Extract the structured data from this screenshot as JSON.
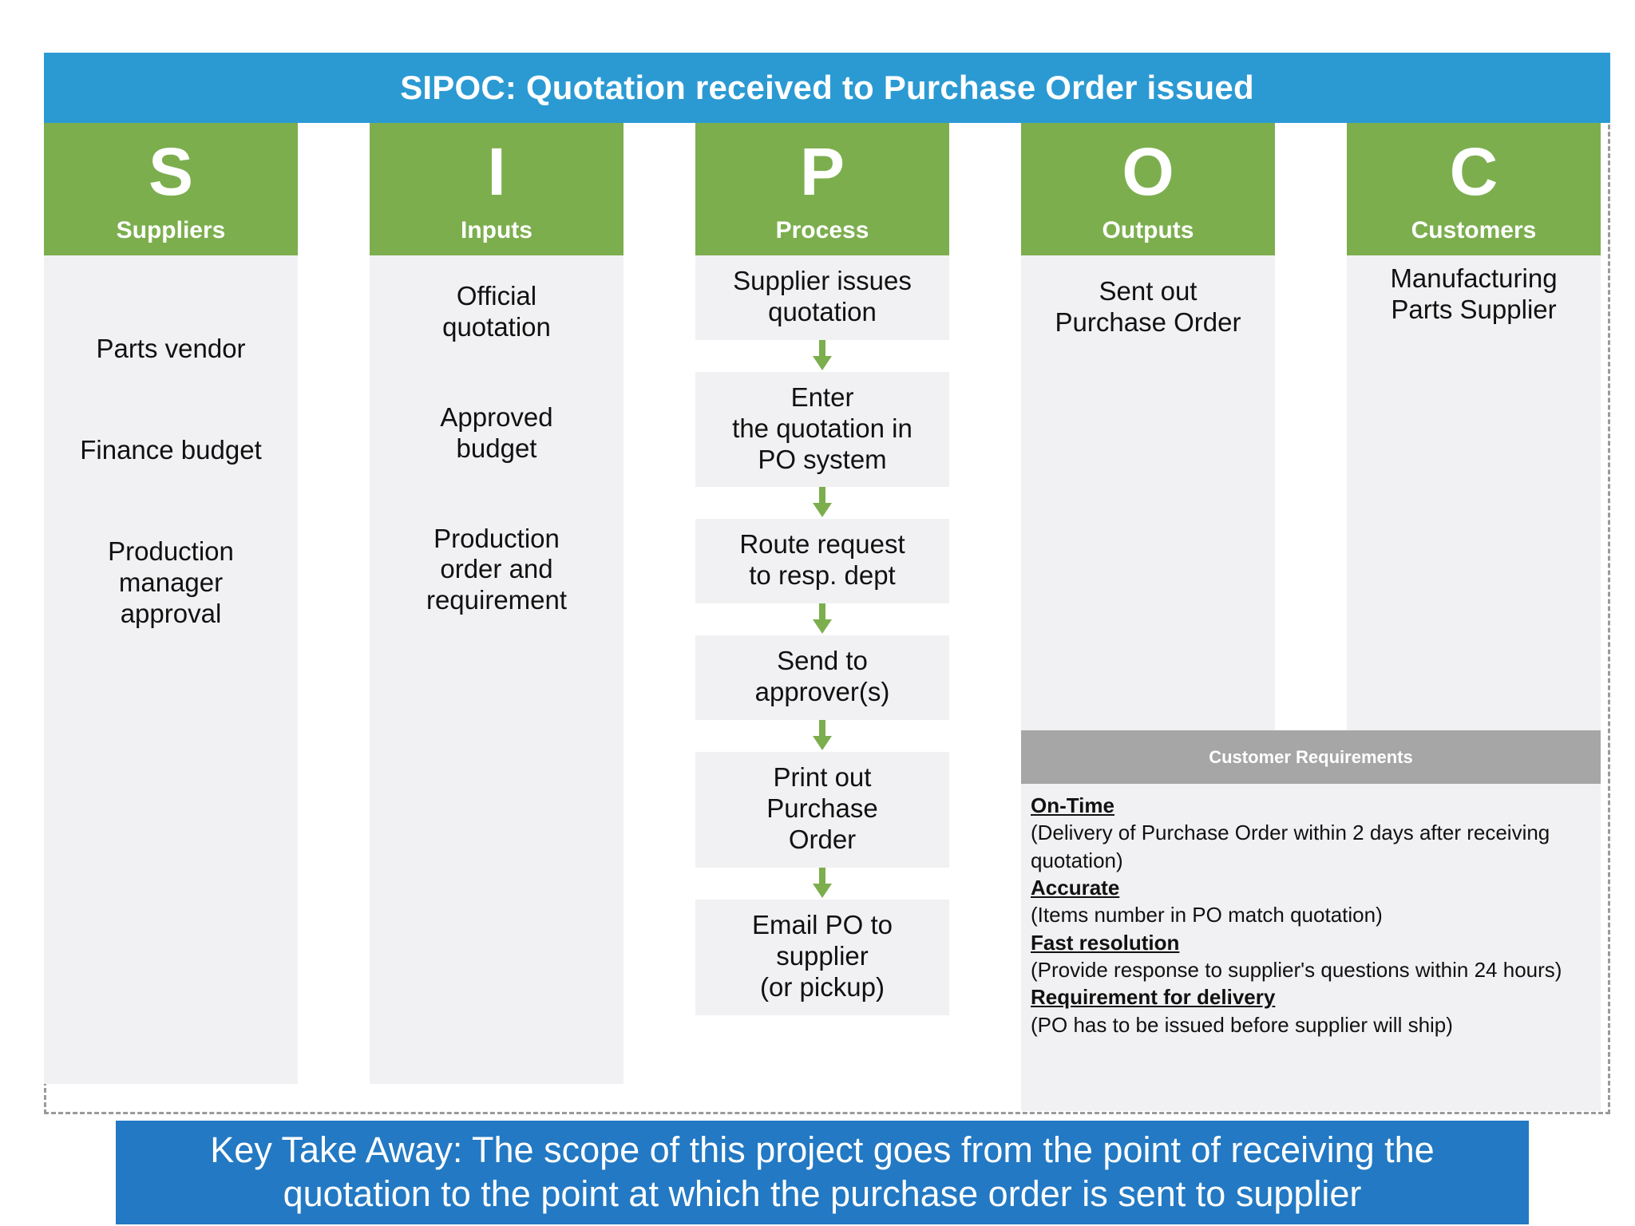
{
  "title": "SIPOC: Quotation received to Purchase Order issued",
  "colors": {
    "title_blue": "#2B9AD3",
    "header_green": "#7CAE4E",
    "cell_gray": "#F1F1F3",
    "requirements_band_gray": "#A6A6A6",
    "takeaway_blue": "#2379C3",
    "arrow_green": "#7CAE4E",
    "frame_dash": "#9A9A9A"
  },
  "columns": {
    "suppliers": {
      "letter": "S",
      "label": "Suppliers",
      "items": [
        "Parts vendor",
        "Finance budget",
        "Production\nmanager\napproval"
      ]
    },
    "inputs": {
      "letter": "I",
      "label": "Inputs",
      "items": [
        "Official\nquotation",
        "Approved\nbudget",
        "Production\norder and\nrequirement"
      ]
    },
    "process": {
      "letter": "P",
      "label": "Process",
      "steps": [
        "Supplier issues\nquotation",
        "Enter\nthe quotation in\nPO system",
        "Route request\nto resp. dept",
        "Send to\napprover(s)",
        "Print out\nPurchase\nOrder",
        "Email PO to\nsupplier\n(or pickup)"
      ],
      "connector": "down-arrow"
    },
    "outputs": {
      "letter": "O",
      "label": "Outputs",
      "items": [
        "Sent out\nPurchase Order"
      ]
    },
    "customers": {
      "letter": "C",
      "label": "Customers",
      "items": [
        "Manufacturing\nParts Supplier"
      ]
    }
  },
  "customer_requirements": {
    "heading": "Customer Requirements",
    "entries": [
      {
        "title": "On-Time",
        "detail": "(Delivery of Purchase Order within 2 days after receiving quotation)"
      },
      {
        "title": "Accurate",
        "detail": "(Items number in PO match quotation)"
      },
      {
        "title": "Fast resolution",
        "detail": "(Provide response to supplier's questions within 24 hours)"
      },
      {
        "title": "Requirement for delivery",
        "detail": "(PO has to be issued before supplier will ship)"
      }
    ]
  },
  "takeaway": "Key Take Away: The scope of this project goes from the point of receiving the quotation to the point at which the purchase order is sent to supplier"
}
